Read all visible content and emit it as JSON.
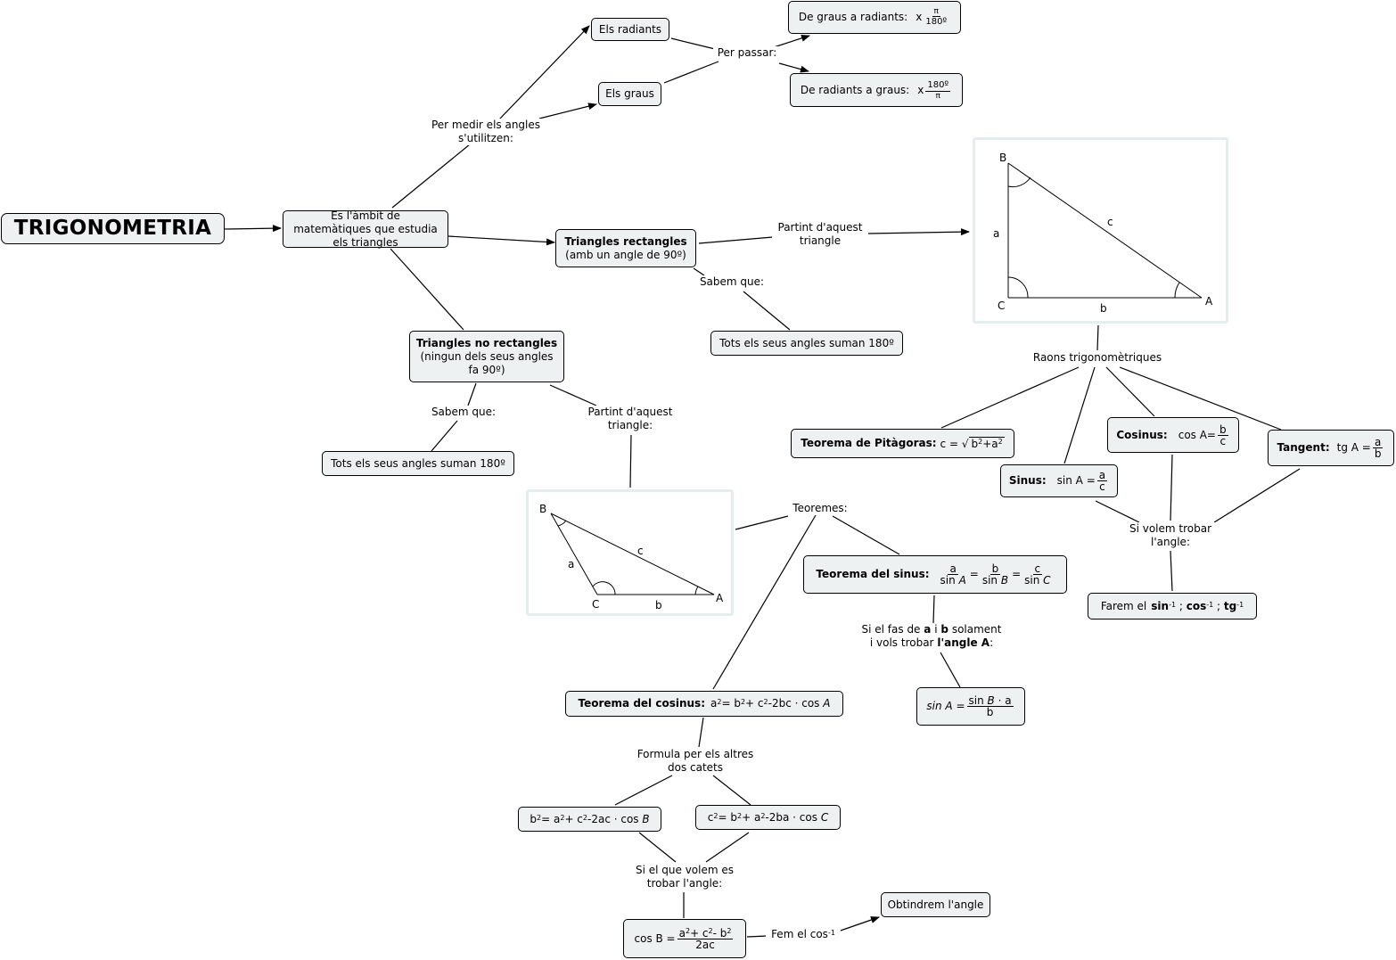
{
  "title": "TRIGONOMETRIA",
  "nodes": {
    "ambit": "Es l'àmbit de matemàtiques que estudia els triangles",
    "radiants": "Els radiants",
    "graus": "Els graus",
    "graus_a_radiants": "De graus a radiants:",
    "radiants_a_graus": "De radiants a graus:",
    "rect_title": "Triangles rectangles",
    "rect_sub": "(amb un angle de 90º)",
    "rect_sum": "Tots els seus angles suman 180º",
    "norect_title": "Triangles no rectangles",
    "norect_sub1": "(ningun dels seus angles",
    "norect_sub2": "fa 90º)",
    "norect_sum": "Tots els seus angles suman 180º",
    "pitagoras": "Teorema de Pitàgoras:",
    "sinus": "Sinus:",
    "cosinus": "Cosinus:",
    "tangent": "Tangent:",
    "farem": "Farem el",
    "teo_sinus": "Teorema del sinus:",
    "teo_cosinus": "Teorema del cosinus:",
    "obtindrem": "Obtindrem l'angle"
  },
  "labels": {
    "per_medir": "Per medir els angles s'utilitzen:",
    "per_passar": "Per passar:",
    "partint_rect": "Partint d'aquest triangle",
    "sabem_rect": "Sabem que:",
    "sabem_norect": "Sabem que:",
    "partint_norect": "Partint d'aquest triangle:",
    "raons": "Raons trigonomètriques",
    "si_volem": "Si volem trobar l'angle:",
    "teoremes": "Teoremes:",
    "si_el_fas_1": "Si el fas de",
    "si_el_fas_a": "a",
    "si_el_fas_i": "i",
    "si_el_fas_b": "b",
    "si_el_fas_2": "solament",
    "vols_trobar": "i vols trobar",
    "angle_a": "l'angle A",
    "formula_altres": "Formula per els altres dos catets",
    "si_el_que": "Si el que volem es trobar l'angle:",
    "fem_el": "Fem el"
  },
  "triangle_right": {
    "B": "B",
    "C": "C",
    "A": "A",
    "a": "a",
    "b": "b",
    "c": "c"
  },
  "triangle_oblique": {
    "B": "B",
    "C": "C",
    "A": "A",
    "a": "a",
    "b": "b",
    "c": "c"
  }
}
